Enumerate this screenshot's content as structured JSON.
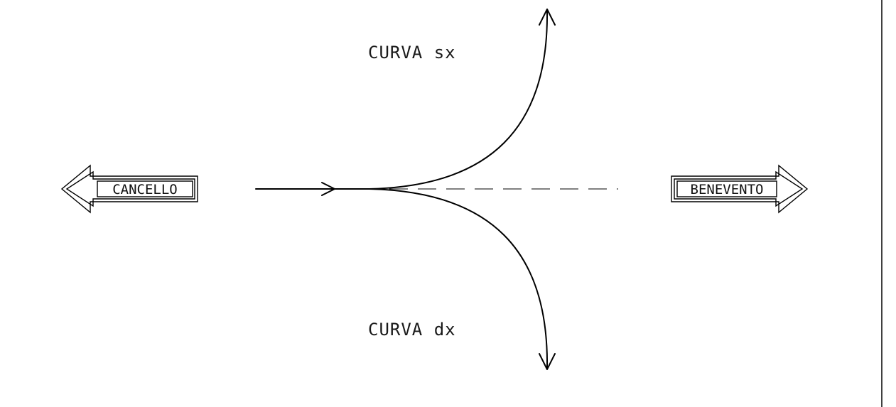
{
  "curves": {
    "left_label": "CURVA sx",
    "right_label": "CURVA dx"
  },
  "signs": {
    "left_destination": "CANCELLO",
    "right_destination": "BENEVENTO"
  },
  "colors": {
    "line": "#000000",
    "background": "#ffffff"
  }
}
